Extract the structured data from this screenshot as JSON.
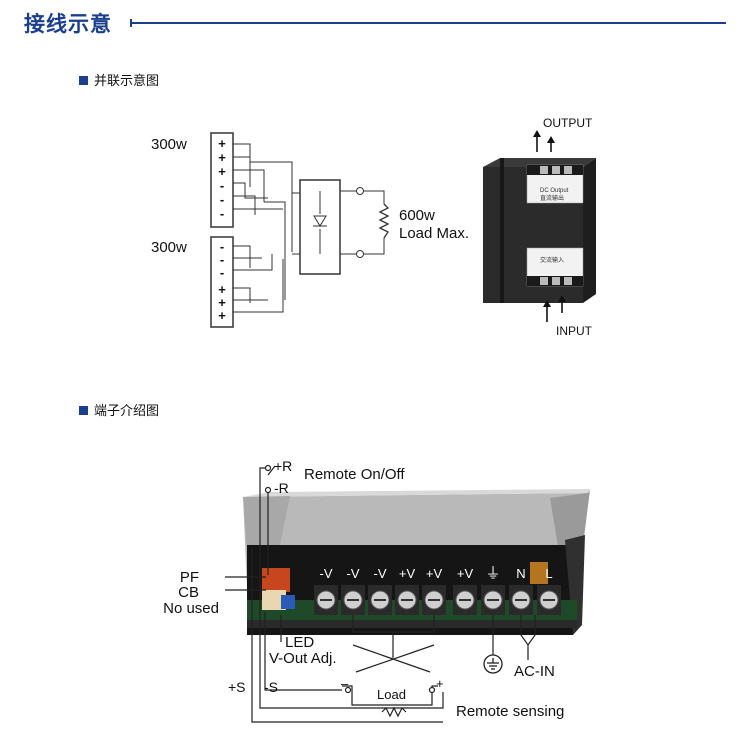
{
  "header": {
    "title": "接线示意"
  },
  "section_parallel": {
    "title": "并联示意图",
    "psu_top_label": "300w",
    "psu_bottom_label": "300w",
    "psu_top_pins": [
      "+",
      "+",
      "+",
      "-",
      "-",
      "-"
    ],
    "psu_bottom_pins": [
      "-",
      "-",
      "-",
      "+",
      "+",
      "+"
    ],
    "load_label_1": "600w",
    "load_label_2": "Load Max.",
    "output_label": "OUTPUT",
    "input_label": "INPUT",
    "module_text_1": "DC  Output",
    "module_text_2": "直流输出",
    "module_text_3": "交流输入"
  },
  "section_terminal": {
    "title": "端子介绍图",
    "remote_plus": "+R",
    "remote_minus": "-R",
    "remote_onoff": "Remote On/Off",
    "pf": "PF",
    "cb": "CB",
    "no_used": "No used",
    "led": "LED",
    "vout_adj": "V-Out Adj.",
    "plus_s": "+S",
    "minus_s": "-S",
    "load": "Load",
    "remote_sensing": "Remote sensing",
    "ac_in": "AC-IN",
    "load_minus": "–",
    "load_plus": "+",
    "terminals": [
      "-V",
      "-V",
      "-V",
      "+V",
      "+V",
      "+V",
      "⏚",
      "N",
      "L"
    ]
  }
}
